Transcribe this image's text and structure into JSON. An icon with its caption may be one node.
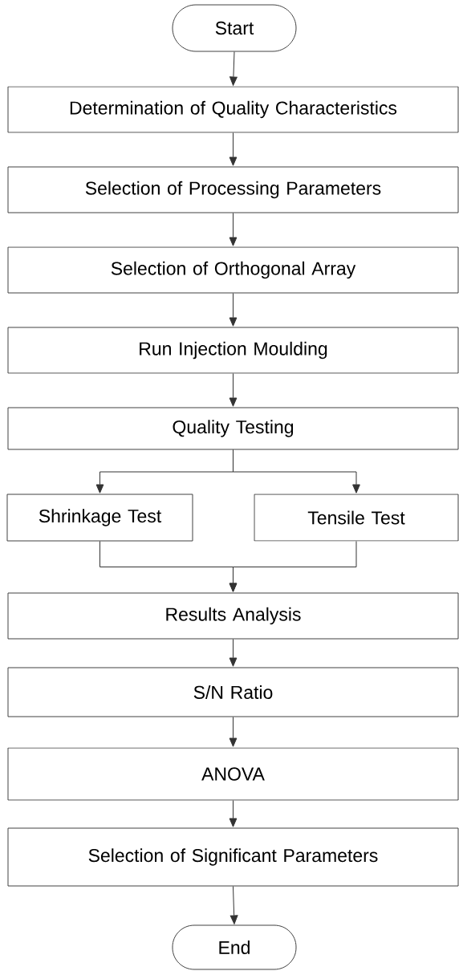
{
  "diagram": {
    "nodes": [
      {
        "text": [
          "Start"
        ]
      },
      {
        "text": [
          "Determination of Quality Characteristics"
        ]
      },
      {
        "text": [
          "Selection of Processing Parameters"
        ]
      },
      {
        "text": [
          "Selection of Orthogonal Array"
        ]
      },
      {
        "text": [
          "Run Injection Moulding"
        ]
      },
      {
        "text": [
          "Quality Testing"
        ]
      },
      {
        "text": [
          "Shrinkage Test"
        ]
      },
      {
        "text": [
          "Tensile Test"
        ]
      },
      {
        "text": [
          "Results Analysis"
        ]
      },
      {
        "text": [
          "S/N Ratio"
        ]
      },
      {
        "text": [
          "ANOVA"
        ]
      },
      {
        "text": [
          "Selection of Significant Parameters"
        ]
      },
      {
        "text": [
          "End"
        ]
      }
    ],
    "edges": [
      {
        "from": 0,
        "to": 1,
        "arrow": "to"
      },
      {
        "from": 1,
        "to": 2,
        "arrow": "to"
      },
      {
        "from": 2,
        "to": 3,
        "arrow": "to"
      },
      {
        "from": 3,
        "to": 4,
        "arrow": "to"
      },
      {
        "from": 4,
        "to": 5,
        "arrow": "to"
      },
      {
        "from": 5,
        "to": 6,
        "arrow": "to"
      },
      {
        "from": 5,
        "to": 7,
        "arrow": "to"
      },
      {
        "from": 6,
        "to": 8,
        "arrow": "to"
      },
      {
        "from": 7,
        "to": 8,
        "arrow": "to"
      },
      {
        "from": 8,
        "to": 9,
        "arrow": "to"
      },
      {
        "from": 9,
        "to": 10,
        "arrow": "to"
      },
      {
        "from": 10,
        "to": 11,
        "arrow": "to"
      },
      {
        "from": 11,
        "to": 12,
        "arrow": "to"
      }
    ]
  }
}
